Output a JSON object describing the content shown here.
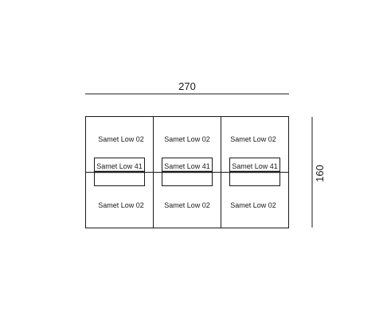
{
  "dimensions": {
    "width_label": "270",
    "height_label": "160"
  },
  "modules": {
    "top_row": [
      "Samet Low 02",
      "Samet Low 02",
      "Samet Low 02"
    ],
    "middle_row": [
      "Samet Low 41",
      "Samet Low 41",
      "Samet Low 41"
    ],
    "bottom_row": [
      "Samet Low 02",
      "Samet Low 02",
      "Samet Low 02"
    ]
  },
  "colors": {
    "line": "#1a1a1a",
    "background": "#ffffff"
  }
}
